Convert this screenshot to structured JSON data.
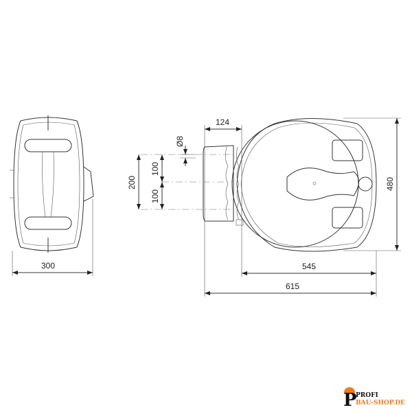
{
  "drawing": {
    "dimensions": {
      "side_width": "300",
      "bracket_depth": "124",
      "body_width": "545",
      "total_width": "615",
      "height": "480",
      "hole_spacing_total": "200",
      "hole_spacing_upper": "100",
      "hole_spacing_lower": "100",
      "hole_diameter": "Ø8"
    }
  },
  "logo": {
    "line1": "PROFI",
    "line2": "BAU-SHOP.DE",
    "accent": "#f07a22"
  }
}
